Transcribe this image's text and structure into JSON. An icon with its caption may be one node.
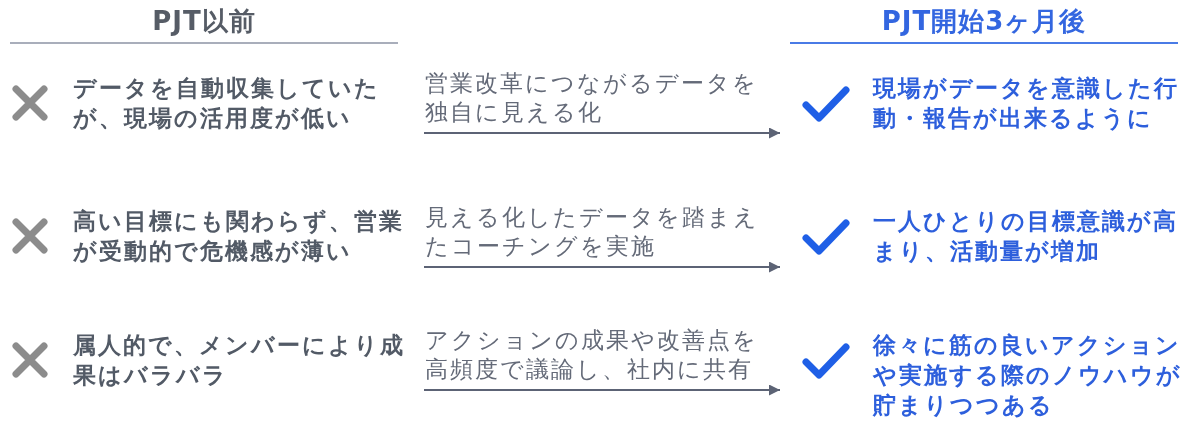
{
  "diagram": {
    "nodes": [
      {
        "text": [
          "データを自動収集していたが、現場の活用度が低い"
        ]
      },
      {
        "text": [
          "現場がデータを意識した行動・報告が出来るように"
        ]
      },
      {
        "text": [
          "高い目標にも関わらず、営業が受動的で危機感が薄い"
        ]
      },
      {
        "text": [
          "一人ひとりの目標意識が高まり、活動量が増加"
        ]
      },
      {
        "text": [
          "属人的で、メンバーにより成果はバラバラ"
        ]
      },
      {
        "text": [
          "徐々に筋の良いアクションや実施する際のノウハウが貯まりつつある"
        ]
      }
    ],
    "edges": [
      {
        "from": 0,
        "to": 1,
        "arrow": "to",
        "label": "営業改革につながるデータを独自に見える化"
      },
      {
        "from": 2,
        "to": 3,
        "arrow": "to",
        "label": "見える化したデータを踏まえたコーチングを実施"
      },
      {
        "from": 4,
        "to": 5,
        "arrow": "to",
        "label": "アクションの成果や改善点を高頻度で議論し、社内に共有"
      }
    ],
    "labels": [
      "PJT以前",
      "PJT開始3ヶ月後"
    ]
  }
}
